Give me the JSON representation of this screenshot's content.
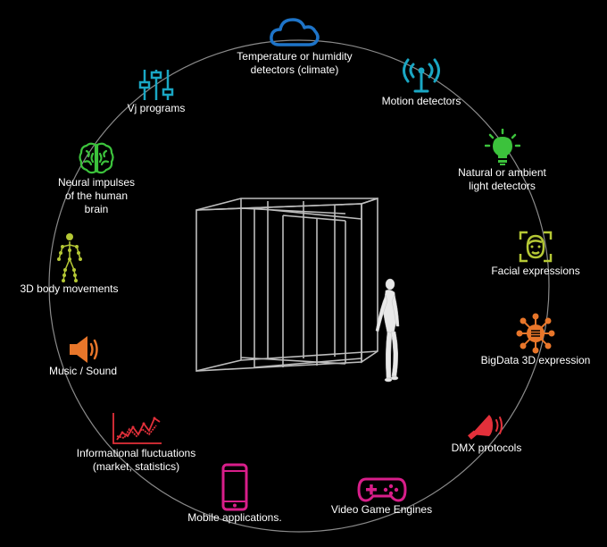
{
  "colors": {
    "background": "#000000",
    "ring": "#8a8a8a",
    "label": "#ffffff",
    "cyan": "#1aa7c4",
    "blue": "#1e74c8",
    "green": "#3cc23c",
    "lime": "#b5c835",
    "orange": "#e8762a",
    "red": "#e3303a",
    "magenta": "#d81e8a"
  },
  "nodes": [
    {
      "id": "climate",
      "label_lines": [
        "Temperature or humidity",
        "detectors (climate)"
      ],
      "icon": "cloud-icon"
    },
    {
      "id": "motion",
      "label_lines": [
        "Motion detectors"
      ],
      "icon": "antenna-icon"
    },
    {
      "id": "light",
      "label_lines": [
        "Natural or ambient",
        "light detectors"
      ],
      "icon": "light-bulb-icon"
    },
    {
      "id": "facial",
      "label_lines": [
        "Facial expressions"
      ],
      "icon": "face-scan-icon"
    },
    {
      "id": "bigdata",
      "label_lines": [
        "BigData 3D expression"
      ],
      "icon": "data-hub-icon"
    },
    {
      "id": "dmx",
      "label_lines": [
        "DMX protocols"
      ],
      "icon": "dmx-light-icon"
    },
    {
      "id": "game",
      "label_lines": [
        "Video Game Engines"
      ],
      "icon": "gamepad-icon"
    },
    {
      "id": "mobile",
      "label_lines": [
        "Mobile applications."
      ],
      "icon": "smartphone-icon"
    },
    {
      "id": "info",
      "label_lines": [
        "Informational fluctuations",
        "(market, statistics)"
      ],
      "icon": "line-chart-icon"
    },
    {
      "id": "music",
      "label_lines": [
        "Music / Sound"
      ],
      "icon": "speaker-icon"
    },
    {
      "id": "body",
      "label_lines": [
        "3D body movements"
      ],
      "icon": "body-skeleton-icon"
    },
    {
      "id": "neural",
      "label_lines": [
        "Neural impulses",
        "of the human",
        "brain"
      ],
      "icon": "brain-icon"
    },
    {
      "id": "vj",
      "label_lines": [
        "Vj programs"
      ],
      "icon": "sliders-icon"
    }
  ],
  "center": {
    "cube": "wireframe-cube",
    "figure": "walking-person"
  }
}
